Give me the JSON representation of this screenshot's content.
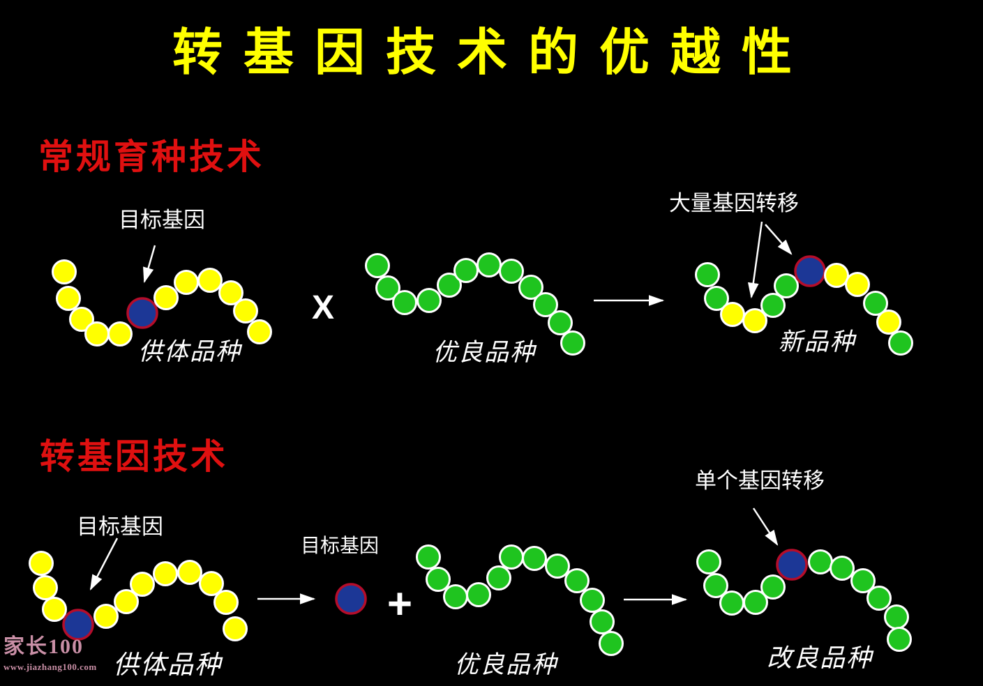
{
  "title": "转基因技术的优越性",
  "section1": {
    "heading": "常规育种技术",
    "target_gene_label": "目标基因",
    "donor_label": "供体品种",
    "cross_symbol": "X",
    "elite_label": "优良品种",
    "transfer_label": "大量基因转移",
    "result_label": "新品种"
  },
  "section2": {
    "heading": "转基因技术",
    "target_gene_label": "目标基因",
    "isolated_gene_label": "目标基因",
    "donor_label": "供体品种",
    "plus_symbol": "+",
    "elite_label": "优良品种",
    "transfer_label": "单个基因转移",
    "result_label": "改良品种"
  },
  "watermark": {
    "brand": "家长100",
    "url": "www.jiazhang100.com"
  },
  "colors": {
    "background": "#000000",
    "title_yellow": "#ffff00",
    "heading_red": "#e01010",
    "text_white": "#ffffff",
    "yellow_circle": "#ffff00",
    "green_circle": "#1fc41f",
    "blue_circle": "#1c3796",
    "blue_ring": "#b50d2a",
    "circle_outline": "#ffffff",
    "arrow_white": "#ffffff",
    "watermark_pink": "#c98fa6"
  },
  "diagram": {
    "legend": {
      "y": "normal gene (donor variety)",
      "g": "normal gene (elite variety)",
      "b": "target gene"
    },
    "chains": [
      {
        "name": "row1-donor-chain",
        "circles": [
          [
            92,
            390,
            "y"
          ],
          [
            98,
            428,
            "y"
          ],
          [
            117,
            458,
            "y"
          ],
          [
            139,
            479,
            "y"
          ],
          [
            172,
            479,
            "y"
          ],
          [
            204,
            449,
            "b"
          ],
          [
            238,
            427,
            "y"
          ],
          [
            267,
            405,
            "y"
          ],
          [
            301,
            402,
            "y"
          ],
          [
            331,
            420,
            "y"
          ],
          [
            352,
            446,
            "y"
          ],
          [
            372,
            476,
            "y"
          ]
        ]
      },
      {
        "name": "row1-elite-chain",
        "circles": [
          [
            541,
            381,
            "g"
          ],
          [
            556,
            413,
            "g"
          ],
          [
            580,
            434,
            "g"
          ],
          [
            615,
            431,
            "g"
          ],
          [
            644,
            409,
            "g"
          ],
          [
            668,
            388,
            "g"
          ],
          [
            701,
            380,
            "g"
          ],
          [
            733,
            389,
            "g"
          ],
          [
            761,
            412,
            "g"
          ],
          [
            782,
            437,
            "g"
          ],
          [
            803,
            463,
            "g"
          ],
          [
            821,
            492,
            "g"
          ]
        ]
      },
      {
        "name": "row1-new-variety-chain",
        "circles": [
          [
            1014,
            394,
            "g"
          ],
          [
            1027,
            428,
            "g"
          ],
          [
            1050,
            451,
            "y"
          ],
          [
            1082,
            460,
            "y"
          ],
          [
            1108,
            438,
            "g"
          ],
          [
            1127,
            410,
            "g"
          ],
          [
            1161,
            389,
            "b"
          ],
          [
            1199,
            395,
            "y"
          ],
          [
            1229,
            408,
            "y"
          ],
          [
            1255,
            435,
            "g"
          ],
          [
            1274,
            462,
            "y"
          ],
          [
            1291,
            492,
            "g"
          ]
        ]
      },
      {
        "name": "row2-donor-chain",
        "circles": [
          [
            59,
            808,
            "y"
          ],
          [
            65,
            843,
            "y"
          ],
          [
            78,
            874,
            "y"
          ],
          [
            112,
            896,
            "b"
          ],
          [
            152,
            884,
            "y"
          ],
          [
            181,
            863,
            "y"
          ],
          [
            204,
            838,
            "y"
          ],
          [
            237,
            823,
            "y"
          ],
          [
            272,
            821,
            "y"
          ],
          [
            303,
            837,
            "y"
          ],
          [
            324,
            864,
            "y"
          ],
          [
            337,
            902,
            "y"
          ]
        ]
      },
      {
        "name": "row2-isolated-target-gene",
        "circles": [
          [
            503,
            859,
            "b"
          ]
        ]
      },
      {
        "name": "row2-elite-chain",
        "circles": [
          [
            614,
            799,
            "g"
          ],
          [
            628,
            831,
            "g"
          ],
          [
            653,
            856,
            "g"
          ],
          [
            686,
            853,
            "g"
          ],
          [
            715,
            829,
            "g"
          ],
          [
            733,
            799,
            "g"
          ],
          [
            766,
            801,
            "g"
          ],
          [
            799,
            812,
            "g"
          ],
          [
            827,
            833,
            "g"
          ],
          [
            849,
            861,
            "g"
          ],
          [
            863,
            892,
            "g"
          ],
          [
            876,
            923,
            "g"
          ]
        ]
      },
      {
        "name": "row2-improved-variety-chain",
        "circles": [
          [
            1016,
            806,
            "g"
          ],
          [
            1026,
            840,
            "g"
          ],
          [
            1049,
            865,
            "g"
          ],
          [
            1083,
            864,
            "g"
          ],
          [
            1108,
            842,
            "g"
          ],
          [
            1135,
            810,
            "b"
          ],
          [
            1176,
            806,
            "g"
          ],
          [
            1207,
            815,
            "g"
          ],
          [
            1237,
            833,
            "g"
          ],
          [
            1260,
            858,
            "g"
          ],
          [
            1285,
            885,
            "g"
          ],
          [
            1289,
            917,
            "g"
          ]
        ]
      }
    ],
    "arrows": [
      {
        "name": "row1-target-gene-pointer",
        "line": [
          222,
          352,
          207,
          404
        ]
      },
      {
        "name": "row1-cross-result-arrow",
        "line": [
          851,
          431,
          950,
          431
        ]
      },
      {
        "name": "row1-transfer-pointer-left",
        "line": [
          1092,
          318,
          1077,
          426
        ]
      },
      {
        "name": "row1-transfer-pointer-right",
        "line": [
          1097,
          322,
          1134,
          364
        ]
      },
      {
        "name": "row2-target-gene-pointer",
        "line": [
          168,
          772,
          130,
          845
        ]
      },
      {
        "name": "row2-extract-gene-arrow",
        "line": [
          369,
          859,
          450,
          859
        ]
      },
      {
        "name": "row2-insert-result-arrow",
        "line": [
          894,
          860,
          983,
          860
        ]
      },
      {
        "name": "row2-transfer-pointer",
        "line": [
          1080,
          729,
          1114,
          781
        ]
      }
    ]
  }
}
